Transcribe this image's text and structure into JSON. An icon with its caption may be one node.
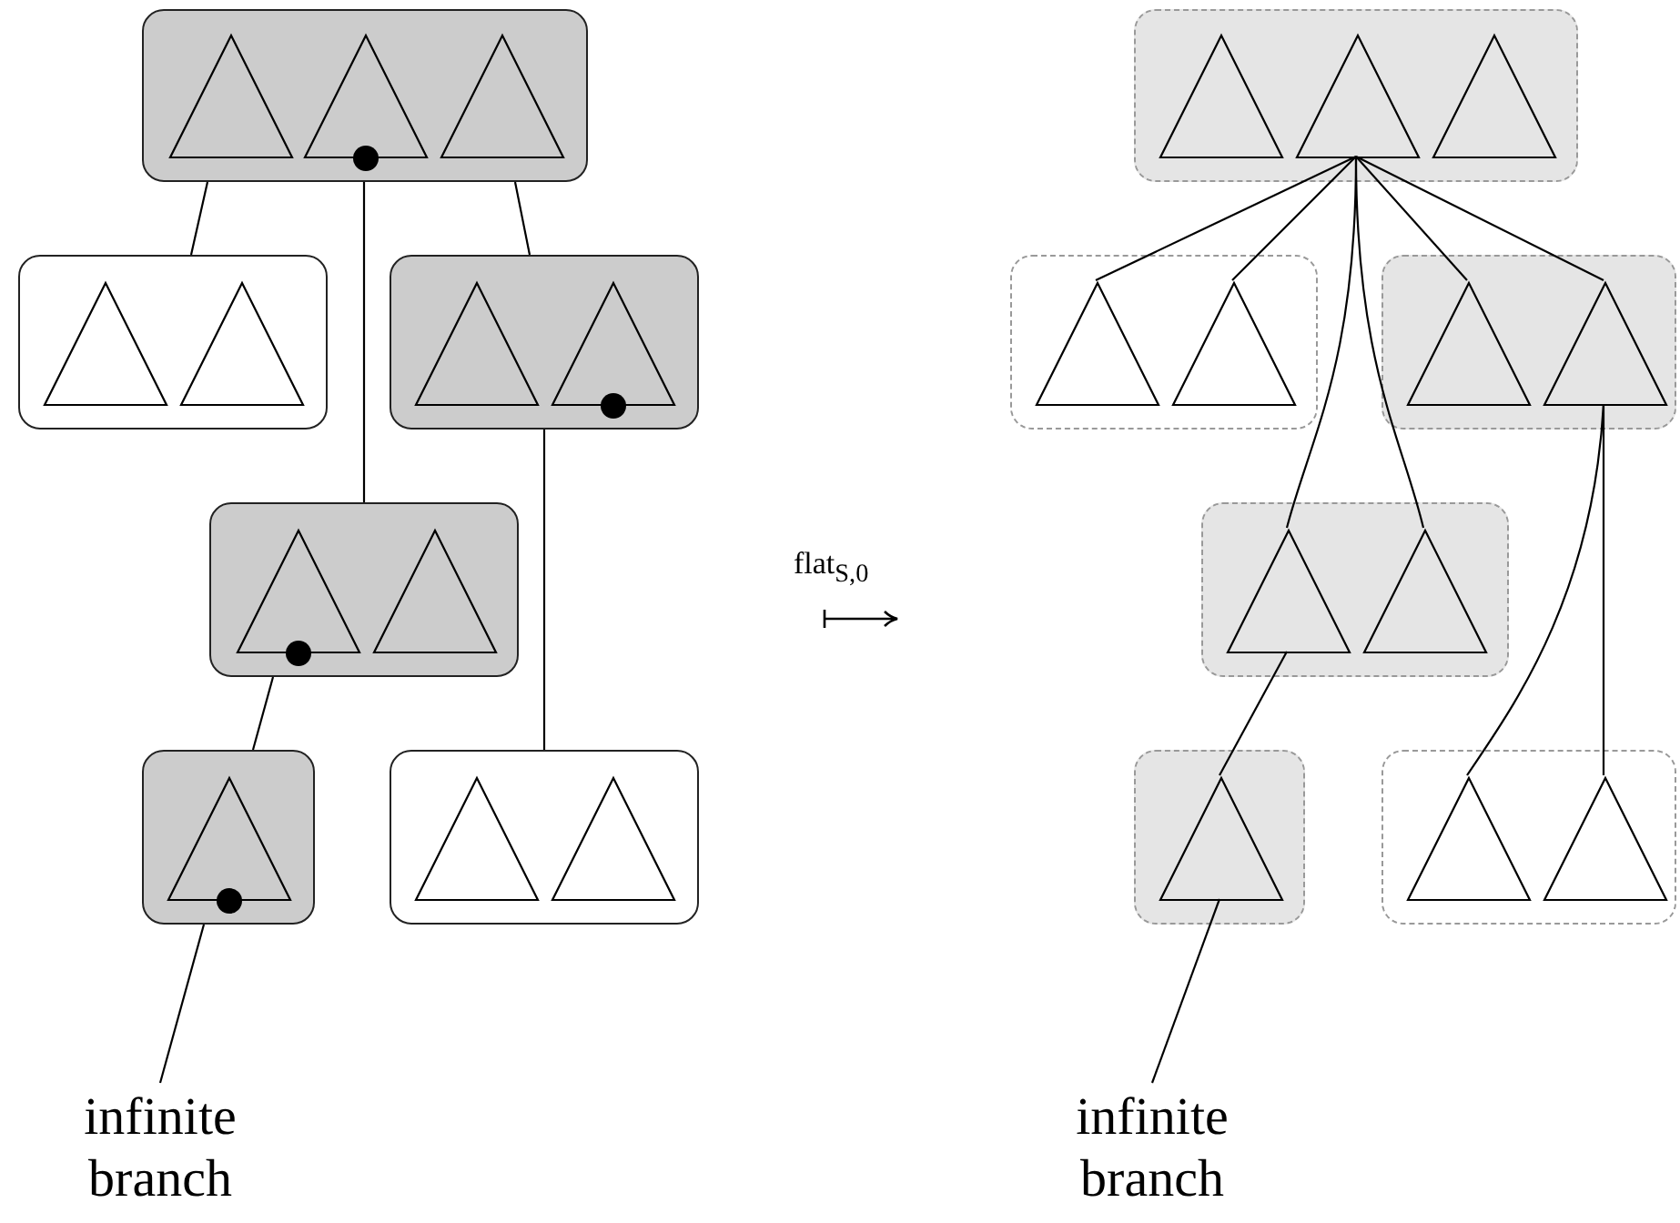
{
  "diagram": {
    "nodes": [
      {
        "text": [],
        "shape": "box"
      },
      {
        "text": [],
        "shape": "triangle",
        "in": 0
      },
      {
        "text": [],
        "shape": "triangle",
        "in": 0
      },
      {
        "text": [],
        "shape": "triangle",
        "in": 0
      },
      {
        "text": [],
        "shape": "circle",
        "in": 0
      },
      {
        "text": [],
        "shape": "box"
      },
      {
        "text": [],
        "shape": "triangle",
        "in": 5
      },
      {
        "text": [],
        "shape": "triangle",
        "in": 5
      },
      {
        "text": [],
        "shape": "box"
      },
      {
        "text": [],
        "shape": "triangle",
        "in": 8
      },
      {
        "text": [],
        "shape": "triangle",
        "in": 8
      },
      {
        "text": [],
        "shape": "circle",
        "in": 8
      },
      {
        "text": [],
        "shape": "box"
      },
      {
        "text": [],
        "shape": "triangle",
        "in": 12
      },
      {
        "text": [],
        "shape": "triangle",
        "in": 12
      },
      {
        "text": [],
        "shape": "circle",
        "in": 12
      },
      {
        "text": [],
        "shape": "box"
      },
      {
        "text": [],
        "shape": "triangle",
        "in": 16
      },
      {
        "text": [],
        "shape": "circle",
        "in": 16
      },
      {
        "text": [],
        "shape": "box"
      },
      {
        "text": [],
        "shape": "triangle",
        "in": 19
      },
      {
        "text": [],
        "shape": "triangle",
        "in": 19
      },
      {
        "text": [
          "infinite branch"
        ]
      },
      {
        "text": [],
        "shape": "box"
      },
      {
        "text": [],
        "shape": "triangle",
        "in": 23
      },
      {
        "text": [],
        "shape": "triangle",
        "in": 23
      },
      {
        "text": [],
        "shape": "triangle",
        "in": 23
      },
      {
        "text": [],
        "shape": "box"
      },
      {
        "text": [],
        "shape": "triangle",
        "in": 27
      },
      {
        "text": [],
        "shape": "triangle",
        "in": 27
      },
      {
        "text": [],
        "shape": "box"
      },
      {
        "text": [],
        "shape": "triangle",
        "in": 30
      },
      {
        "text": [],
        "shape": "triangle",
        "in": 30
      },
      {
        "text": [],
        "shape": "box"
      },
      {
        "text": [],
        "shape": "triangle",
        "in": 33
      },
      {
        "text": [],
        "shape": "triangle",
        "in": 33
      },
      {
        "text": [],
        "shape": "box"
      },
      {
        "text": [],
        "shape": "triangle",
        "in": 36
      },
      {
        "text": [],
        "shape": "box"
      },
      {
        "text": [],
        "shape": "triangle",
        "in": 38
      },
      {
        "text": [],
        "shape": "triangle",
        "in": 38
      },
      {
        "text": [
          "infinite branch"
        ]
      }
    ],
    "edges": [
      {
        "from": 0,
        "to": 5,
        "arrow": "none"
      },
      {
        "from": 0,
        "to": 12,
        "arrow": "none"
      },
      {
        "from": 0,
        "to": 8,
        "arrow": "none"
      },
      {
        "from": 8,
        "to": 19,
        "arrow": "none"
      },
      {
        "from": 12,
        "to": 16,
        "arrow": "none"
      },
      {
        "from": 16,
        "to": 22,
        "arrow": "none"
      },
      {
        "from": 25,
        "to": 28,
        "arrow": "none"
      },
      {
        "from": 25,
        "to": 29,
        "arrow": "none"
      },
      {
        "from": 25,
        "to": 34,
        "arrow": "none"
      },
      {
        "from": 25,
        "to": 35,
        "arrow": "none"
      },
      {
        "from": 25,
        "to": 31,
        "arrow": "none"
      },
      {
        "from": 25,
        "to": 32,
        "arrow": "none"
      },
      {
        "from": 32,
        "to": 39,
        "arrow": "none"
      },
      {
        "from": 32,
        "to": 40,
        "arrow": "none"
      },
      {
        "from": 34,
        "to": 37,
        "arrow": "none"
      },
      {
        "from": 37,
        "to": 41,
        "arrow": "none"
      }
    ],
    "labels": [
      "flat$_{S,0}$"
    ]
  }
}
